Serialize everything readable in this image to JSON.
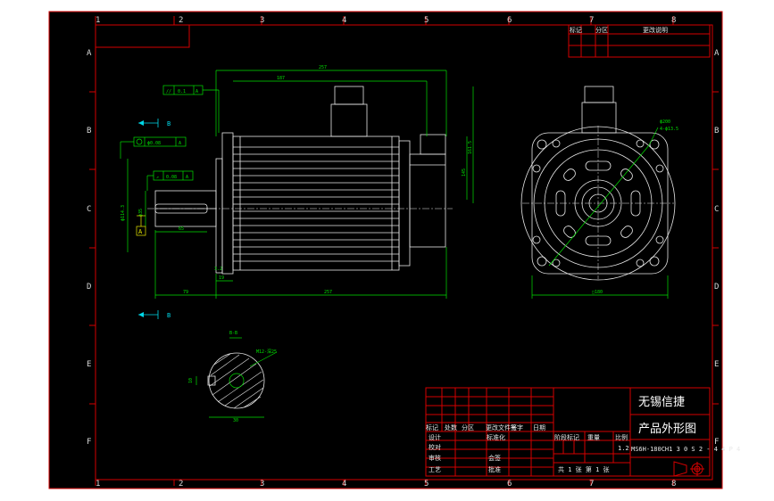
{
  "zones": {
    "columns": [
      "1",
      "2",
      "3",
      "4",
      "5",
      "6",
      "7",
      "8"
    ],
    "rows": [
      "A",
      "B",
      "C",
      "D",
      "E",
      "F"
    ]
  },
  "revision_block": {
    "mark": "标记",
    "zone": "分区",
    "change_description": "更改说明"
  },
  "title_block": {
    "company": "无锡信捷",
    "drawing_title": "产品外形图",
    "drawing_number": "MS6H-180CH1 3 0 S 2 - 4 4 P 4",
    "scale_value": "1.2",
    "sheet_info": "共 1 张  第 1 张",
    "headers": {
      "mark": "标记",
      "count": "处数",
      "zone": "分区",
      "change_doc": "更改文件号",
      "signature": "签字",
      "date": "日期",
      "stage_mark": "阶段标记",
      "weight": "重量",
      "scale": "比例"
    },
    "left_labels": {
      "design": "设计",
      "check": "校对",
      "review": "审核",
      "process": "工艺"
    },
    "mid_labels": {
      "standardization": "标准化",
      "countersign": "会签",
      "approve": "批准"
    }
  },
  "annotations": {
    "section_b_top": "B",
    "section_b_bottom": "B",
    "section_title": "B-B",
    "gdt_parallel": "0.1",
    "gdt_parallel_datum": "A",
    "gdt_concentric": "ϕ0.08",
    "gdt_concentric_datum": "A",
    "gdt_runout": "0.08",
    "gdt_runout_datum": "A",
    "datum_a": "A"
  },
  "dimensions": {
    "overall_length_top": "257",
    "body_length": "187",
    "overall_length_bottom": "257",
    "shaft_extension": "79",
    "flange_thickness": "19",
    "flange_lip": "3.2",
    "key_length": "65",
    "shaft_diameter": "ϕ35",
    "pilot_diameter": "ϕ114.3",
    "height_145": "145",
    "height_161": "161.5",
    "bolt_circle": "ϕ200",
    "mount_holes": "4-ϕ13.5",
    "flange_square": "□180",
    "key_width": "10",
    "key_depth": "30",
    "shaft_thread": "M12-深25",
    "section_width": "10"
  }
}
